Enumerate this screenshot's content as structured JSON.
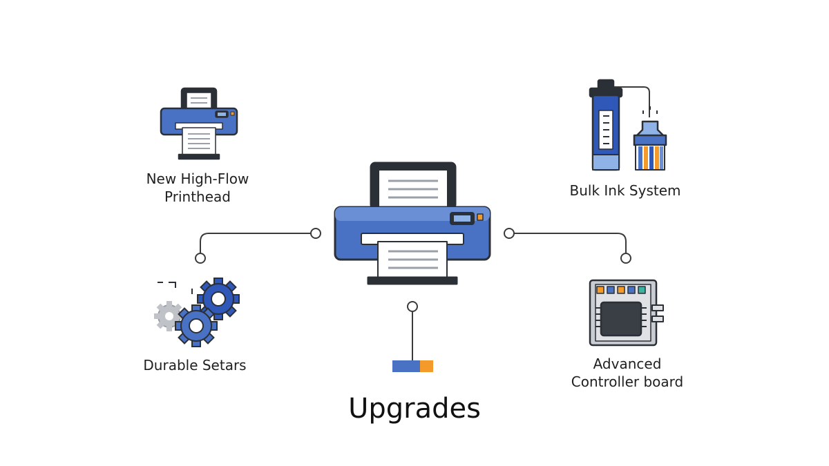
{
  "title": "Upgrades",
  "nodes": {
    "printhead": {
      "line1": "New High-Flow",
      "line2": "Printhead",
      "icon": "printer-icon"
    },
    "bulk_ink": {
      "line1": "Bulk Ink System",
      "icon": "ink-tank-icon"
    },
    "gears": {
      "line1": "Durable Setars",
      "icon": "gears-icon"
    },
    "controller": {
      "line1": "Advanced",
      "line2": "Controller board",
      "icon": "circuit-board-icon"
    }
  },
  "center": {
    "icon": "printer-icon"
  },
  "colors": {
    "blue": "#4a72c4",
    "dark": "#2b2f36",
    "orange": "#f39a2b",
    "line": "#3a3a3a"
  }
}
